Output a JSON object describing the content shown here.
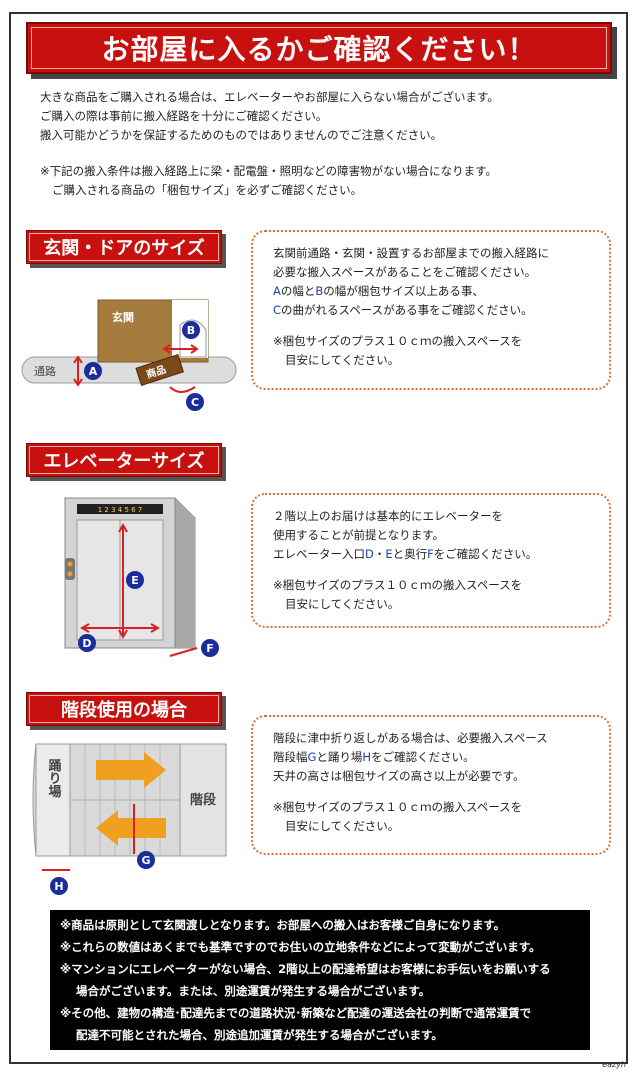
{
  "banner": {
    "title": "お部屋に入るかご確認ください！"
  },
  "intro": [
    "大きな商品をご購入される場合は、エレベーターやお部屋に入らない場合がございます。",
    "ご購入の際は事前に搬入経路を十分にご確認ください。",
    "搬入可能かどうかを保証するためのものではありませんのでご注意ください。"
  ],
  "note": [
    "※下記の搬入条件は搬入経路上に梁・配電盤・照明などの障害物がない場合になります。",
    "ご購入される商品の「梱包サイズ」を必ずご確認ください。"
  ],
  "sections": {
    "door": {
      "title": "玄関・ドアのサイズ",
      "diagram": {
        "genkan": "玄関",
        "tsuro": "通路",
        "shohin": "商品",
        "a": "A",
        "b": "B",
        "c": "C"
      },
      "line1": "玄関前通路・玄関・設置するお部屋までの搬入経路に",
      "line2": "必要な搬入スペースがあることをご確認ください。",
      "l3_a": "A",
      "l3_mid": "の幅と",
      "l3_b": "B",
      "l3_end": "の幅が梱包サイズ以上ある事、",
      "l4_c": "C",
      "l4_end": "の曲がれるスペースがある事をご確認ください。",
      "plus1": "※梱包サイズのプラス１０ｃｍの搬入スペースを",
      "plus2": "目安にしてください。"
    },
    "elevator": {
      "title": "エレベーターサイズ",
      "diagram": {
        "floors": "1 2 3 4 5 6 7",
        "d": "D",
        "e": "E",
        "f": "F"
      },
      "line1": "２階以上のお届けは基本的にエレベーターを",
      "line2": "使用することが前提となります。",
      "l3_start": "エレベーター入口",
      "l3_d": "D",
      "l3_sep": "・",
      "l3_e": "E",
      "l3_mid": "と奥行",
      "l3_f": "F",
      "l3_end": "をご確認ください。",
      "plus1": "※梱包サイズのプラス１０ｃｍの搬入スペースを",
      "plus2": "目安にしてください。"
    },
    "stairs": {
      "title": "階段使用の場合",
      "diagram": {
        "odoriba": "踊り場",
        "kaidan": "階段",
        "g": "G",
        "h": "H"
      },
      "line1": "階段に津中折り返しがある場合は、必要搬入スペース",
      "l2_start": "階段幅",
      "l2_g": "G",
      "l2_mid": "と踊り場",
      "l2_h": "H",
      "l2_end": "をご確認ください。",
      "line3": "天井の高さは梱包サイズの高さ以上が必要です。",
      "plus1": "※梱包サイズのプラス１０ｃｍの搬入スペースを",
      "plus2": "目安にしてください。"
    }
  },
  "footer": [
    "※商品は原則として玄関渡しとなります。お部屋への搬入はお客様ご自身になります。",
    "※これらの数値はあくまでも基準ですのでお住いの立地条件などによって変動がございます。",
    "※マンションにエレベーターがない場合、2階以上の配達希望はお客様にお手伝いをお願いする",
    "場合がございます。または、別途運賃が発生する場合がございます。",
    "※その他、建物の構造･配達先までの道路状況･新築など配達の運送会社の判断で通常運賃で",
    "配達不可能とされた場合、別途追加運賃が発生する場合がございます。"
  ],
  "signature": "eazyh",
  "colors": {
    "accent_red": "#c8100e",
    "badge_blue": "#1a2d9a",
    "arrow_orange": "#f0a020",
    "dotted_border": "#e07030"
  }
}
